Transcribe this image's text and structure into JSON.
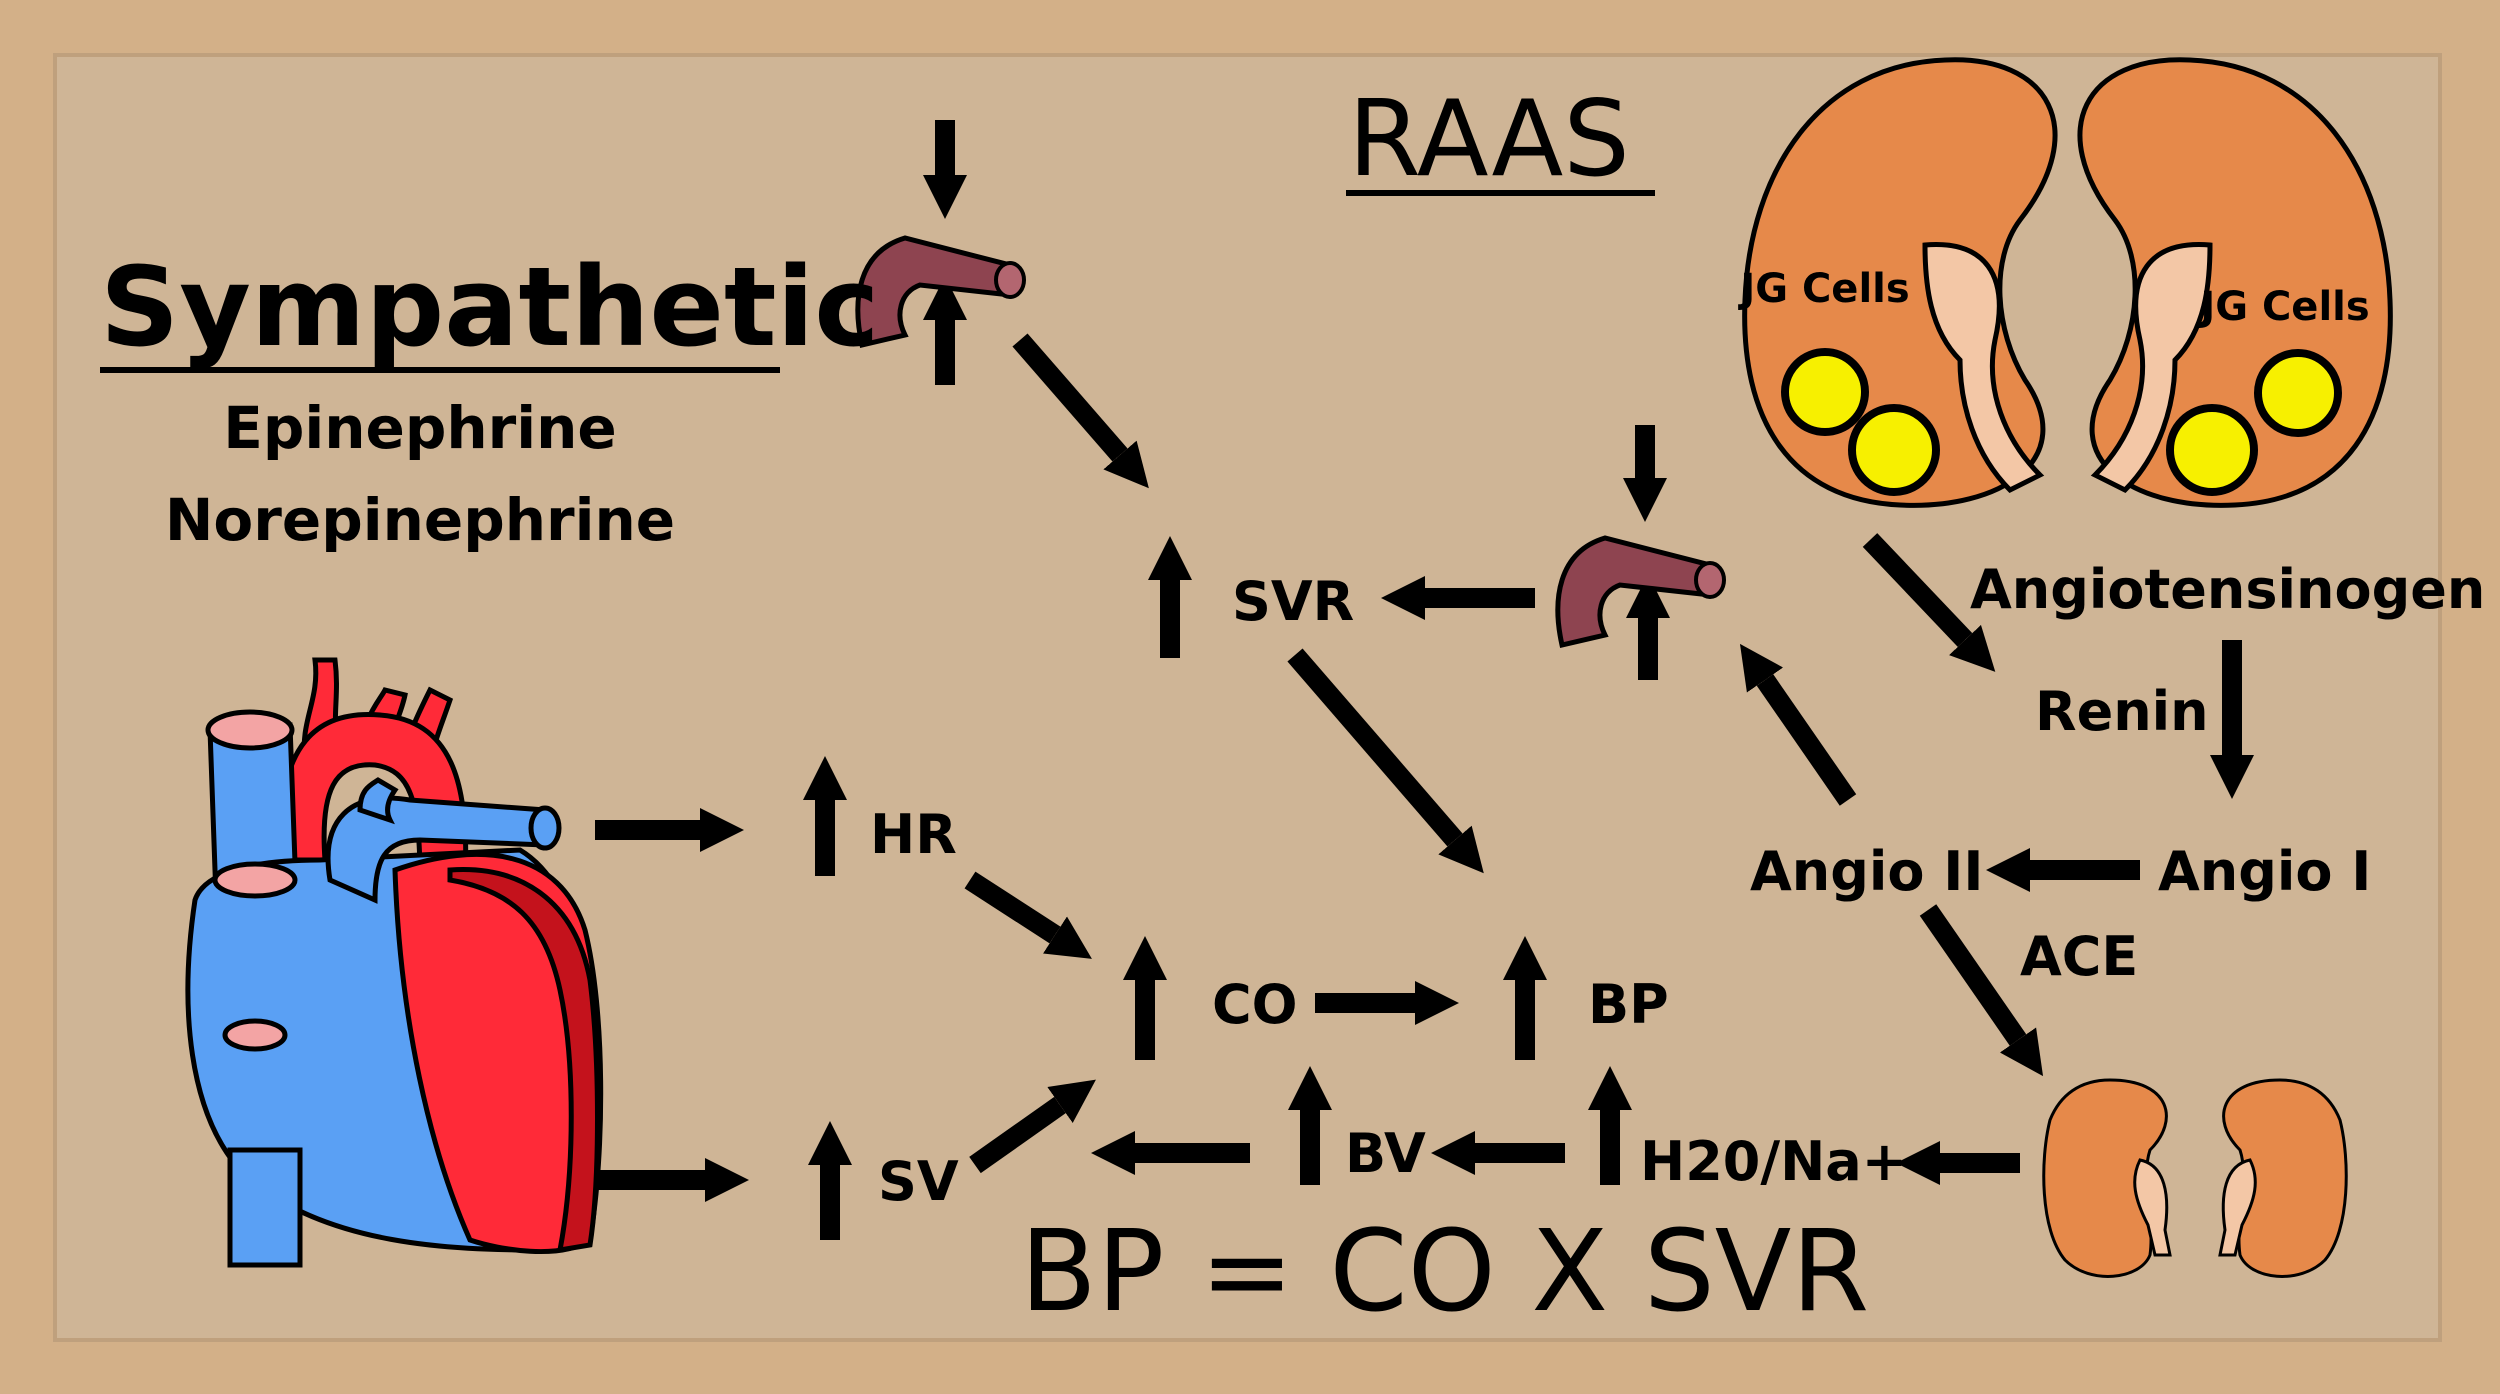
{
  "titles": {
    "sympathetic": "Sympathetic",
    "raas": "RAAS"
  },
  "hormones": [
    "Epinephrine",
    "Norepinephrine"
  ],
  "nodes": {
    "svr": "SVR",
    "hr": "HR",
    "co": "CO",
    "bp": "BP",
    "sv": "SV",
    "bv": "BV",
    "h2o_na": "H20/Na+",
    "angiotensinogen": "Angiotensinogen",
    "renin": "Renin",
    "angio_i": "Angio I",
    "angio_ii": "Angio II",
    "ace": "ACE"
  },
  "kidney_labels": {
    "left": "JG Cells",
    "right": "JG Cells"
  },
  "formula": "BP = CO X SVR",
  "colors": {
    "background": "#d3b088",
    "paper": "#cfb596",
    "arrow": "#000000",
    "kidney": "#e6894a",
    "ureter": "#f3c7a6",
    "jg_cells": "#f7f000",
    "vessel": "#8e4450",
    "heart_red": "#ff2a38",
    "heart_blue": "#5aa0f4"
  },
  "icons": [
    "blood-vessel-icon",
    "heart-icon",
    "kidney-icon"
  ]
}
